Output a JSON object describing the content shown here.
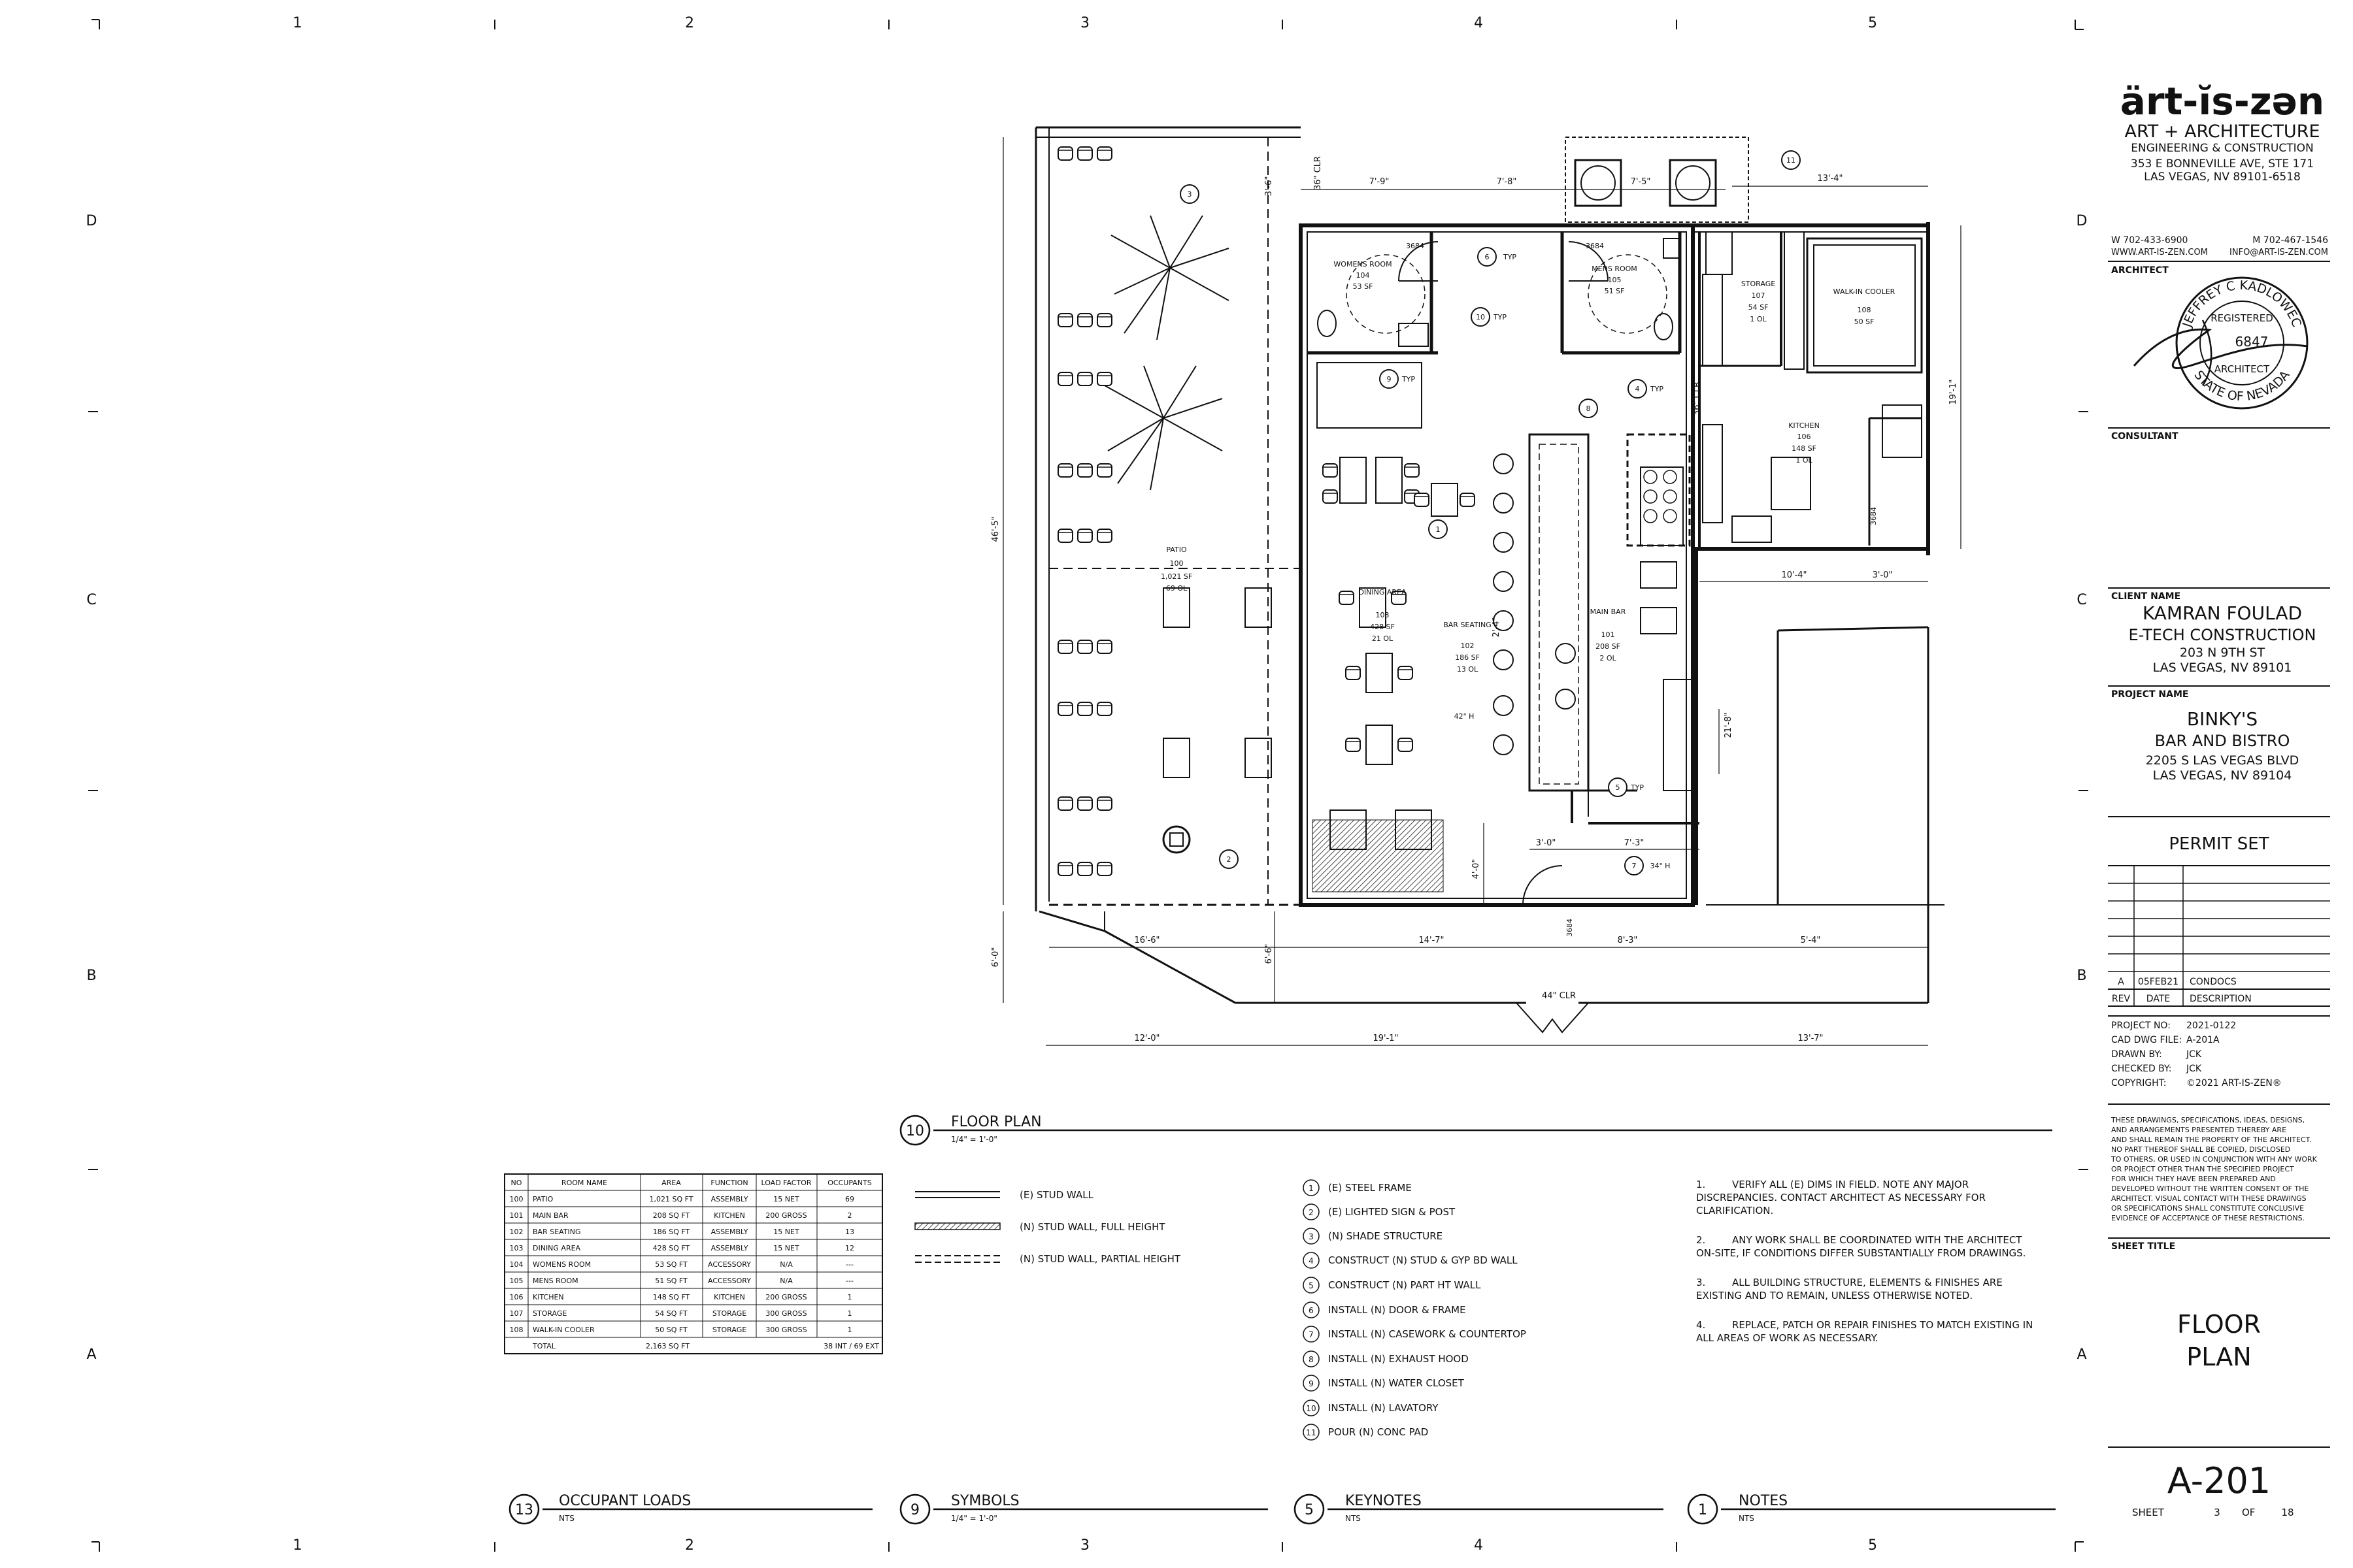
{
  "grid": {
    "columns": [
      "1",
      "2",
      "3",
      "4",
      "5"
    ],
    "rows": [
      "D",
      "C",
      "B",
      "A"
    ]
  },
  "firm": {
    "logo": "ärt-ĭs-zən",
    "tagline1": "ART + ARCHITECTURE",
    "tagline2": "ENGINEERING & CONSTRUCTION",
    "address1": "353 E BONNEVILLE AVE, STE 171",
    "address2": "LAS VEGAS, NV 89101-6518",
    "phone_w": "W 702-433-6900",
    "phone_m": "M 702-467-1546",
    "web": "WWW.ART-IS-ZEN.COM",
    "email": "INFO@ART-IS-ZEN.COM"
  },
  "architect": {
    "heading": "ARCHITECT",
    "stamp_name": "JEFFREY C KADLOWEC",
    "stamp_registered": "REGISTERED",
    "stamp_number": "6847",
    "stamp_role": "ARCHITECT",
    "stamp_state": "STATE OF NEVADA"
  },
  "consultant": {
    "heading": "CONSULTANT"
  },
  "client": {
    "heading": "CLIENT NAME",
    "name": "KAMRAN FOULAD",
    "company": "E-TECH CONSTRUCTION",
    "address1": "203 N 9TH ST",
    "address2": "LAS VEGAS, NV 89101"
  },
  "project": {
    "heading": "PROJECT NAME",
    "name": "BINKY'S",
    "subtitle": "BAR AND BISTRO",
    "address1": "2205 S LAS VEGAS BLVD",
    "address2": "LAS VEGAS, NV 89104"
  },
  "permit": "PERMIT SET",
  "revisions": {
    "rev": "A",
    "date": "05FEB21",
    "description": "CONDOCS",
    "h_rev": "REV",
    "h_date": "DATE",
    "h_desc": "DESCRIPTION"
  },
  "project_info": [
    {
      "label": "PROJECT NO:",
      "value": "2021-0122"
    },
    {
      "label": "CAD DWG FILE:",
      "value": "A-201A"
    },
    {
      "label": "DRAWN BY:",
      "value": "JCK"
    },
    {
      "label": "CHECKED BY:",
      "value": "JCK"
    },
    {
      "label": "COPYRIGHT:",
      "value": "©2021 ART-IS-ZEN®"
    }
  ],
  "disclaimer": [
    "THESE DRAWINGS, SPECIFICATIONS, IDEAS, DESIGNS,",
    "AND ARRANGEMENTS PRESENTED THEREBY ARE",
    "AND SHALL REMAIN THE PROPERTY OF THE ARCHITECT.",
    "NO PART THEREOF SHALL BE COPIED, DISCLOSED",
    "TO OTHERS, OR USED IN CONJUNCTION WITH ANY WORK",
    "OR PROJECT OTHER THAN THE SPECIFIED PROJECT",
    "FOR WHICH THEY HAVE BEEN PREPARED AND",
    "DEVELOPED WITHOUT THE WRITTEN CONSENT OF THE",
    "ARCHITECT. VISUAL CONTACT WITH THESE DRAWINGS",
    "OR SPECIFICATIONS SHALL CONSTITUTE CONCLUSIVE",
    "EVIDENCE OF ACCEPTANCE OF THESE RESTRICTIONS."
  ],
  "sheet_title": {
    "heading": "SHEET TITLE",
    "line1": "FLOOR",
    "line2": "PLAN"
  },
  "sheet_number": "A-201",
  "sheet_count": {
    "label": "SHEET",
    "num": "3",
    "of": "OF",
    "total": "18"
  },
  "floor_plan": {
    "num": "10",
    "title": "FLOOR PLAN",
    "scale": "1/4\" = 1'-0\"",
    "rooms": [
      {
        "name": "WOMENS ROOM",
        "num": "104",
        "area": "53 SF"
      },
      {
        "name": "MENS ROOM",
        "num": "105",
        "area": "51 SF"
      },
      {
        "name": "STORAGE",
        "num": "107",
        "area": "54 SF",
        "ol": "1 OL"
      },
      {
        "name": "WALK-IN COOLER",
        "num": "108",
        "area": "50 SF"
      },
      {
        "name": "KITCHEN",
        "num": "106",
        "area": "148 SF",
        "ol": "1 OL"
      },
      {
        "name": "PATIO",
        "num": "100",
        "area": "1,021 SF",
        "ol": "69 OL"
      },
      {
        "name": "DINING AREA",
        "num": "103",
        "area": "428 SF",
        "ol": "21 OL"
      },
      {
        "name": "BAR SEATING",
        "num": "102",
        "area": "186 SF",
        "ol": "13 OL"
      },
      {
        "name": "MAIN BAR",
        "num": "101",
        "area": "208 SF",
        "ol": "2 OL"
      }
    ],
    "dims": {
      "d1": "7'-9\"",
      "d2": "7'-8\"",
      "d3": "7'-5\"",
      "d4": "13'-4\"",
      "d5": "3'-6\"",
      "clr36a": "36\" CLR",
      "clr36b": "36\" CLR",
      "d46": "46'-5\"",
      "d19": "19'-1\"",
      "d10": "10'-4\"",
      "d3b": "3'-0\"",
      "d21": "21'-8\"",
      "d24": "2'-4\"",
      "d30": "3'-0\"",
      "d73": "7'-3\"",
      "d40": "4'-0\"",
      "d165": "16'-6\"",
      "d66": "6'-6\"",
      "d147": "14'-7\"",
      "d83": "8'-3\"",
      "d54": "5'-4\"",
      "d60": "6'-0\"",
      "clr44": "44\" CLR",
      "d120": "12'-0\"",
      "d191": "19'-1\"",
      "d137": "13'-7\"",
      "h42": "42\" H",
      "h34": "34\" H",
      "door1": "3684",
      "door2": "3684",
      "door3": "3684",
      "door4": "3684",
      "typ": "TYP"
    }
  },
  "occupant": {
    "num": "13",
    "title": "OCCUPANT LOADS",
    "scale": "NTS",
    "headers": [
      "NO",
      "ROOM NAME",
      "AREA",
      "FUNCTION",
      "LOAD FACTOR",
      "OCCUPANTS"
    ],
    "rows": [
      [
        "100",
        "PATIO",
        "1,021 SQ FT",
        "ASSEMBLY",
        "15 NET",
        "69"
      ],
      [
        "101",
        "MAIN BAR",
        "208 SQ FT",
        "KITCHEN",
        "200 GROSS",
        "2"
      ],
      [
        "102",
        "BAR SEATING",
        "186 SQ FT",
        "ASSEMBLY",
        "15 NET",
        "13"
      ],
      [
        "103",
        "DINING AREA",
        "428 SQ FT",
        "ASSEMBLY",
        "15 NET",
        "12"
      ],
      [
        "104",
        "WOMENS ROOM",
        "53 SQ FT",
        "ACCESSORY",
        "N/A",
        "---"
      ],
      [
        "105",
        "MENS ROOM",
        "51 SQ FT",
        "ACCESSORY",
        "N/A",
        "---"
      ],
      [
        "106",
        "KITCHEN",
        "148 SQ FT",
        "KITCHEN",
        "200 GROSS",
        "1"
      ],
      [
        "107",
        "STORAGE",
        "54 SQ FT",
        "STORAGE",
        "300 GROSS",
        "1"
      ],
      [
        "108",
        "WALK-IN COOLER",
        "50 SQ FT",
        "STORAGE",
        "300 GROSS",
        "1"
      ]
    ],
    "total": [
      "",
      "TOTAL",
      "2,163 SQ FT",
      "",
      "",
      "38 INT / 69 EXT"
    ]
  },
  "symbols": {
    "num": "9",
    "title": "SYMBOLS",
    "scale": "1/4\" = 1'-0\"",
    "items": [
      "(E) STUD WALL",
      "(N) STUD WALL, FULL HEIGHT",
      "(N) STUD WALL, PARTIAL HEIGHT"
    ]
  },
  "keynotes": {
    "num": "5",
    "title": "KEYNOTES",
    "scale": "NTS",
    "items": [
      {
        "n": "1",
        "t": "(E) STEEL FRAME"
      },
      {
        "n": "2",
        "t": "(E) LIGHTED SIGN & POST"
      },
      {
        "n": "3",
        "t": "(N) SHADE STRUCTURE"
      },
      {
        "n": "4",
        "t": "CONSTRUCT (N) STUD & GYP BD WALL"
      },
      {
        "n": "5",
        "t": "CONSTRUCT (N) PART HT WALL"
      },
      {
        "n": "6",
        "t": "INSTALL (N) DOOR & FRAME"
      },
      {
        "n": "7",
        "t": "INSTALL (N) CASEWORK & COUNTERTOP"
      },
      {
        "n": "8",
        "t": "INSTALL (N) EXHAUST HOOD"
      },
      {
        "n": "9",
        "t": "INSTALL (N) WATER CLOSET"
      },
      {
        "n": "10",
        "t": "INSTALL (N) LAVATORY"
      },
      {
        "n": "11",
        "t": "POUR (N) CONC PAD"
      }
    ]
  },
  "notes": {
    "num": "1",
    "title": "NOTES",
    "scale": "NTS",
    "items": [
      [
        "1.",
        "VERIFY ALL (E) DIMS IN FIELD.  NOTE ANY MAJOR",
        "DISCREPANCIES. CONTACT ARCHITECT AS NECESSARY FOR",
        "CLARIFICATION."
      ],
      [
        "2.",
        "ANY WORK SHALL BE COORDINATED WITH THE ARCHITECT",
        "ON-SITE, IF CONDITIONS DIFFER SUBSTANTIALLY FROM DRAWINGS.",
        ""
      ],
      [
        "3.",
        "ALL BUILDING STRUCTURE, ELEMENTS & FINISHES ARE",
        "EXISTING AND TO REMAIN, UNLESS OTHERWISE NOTED.",
        ""
      ],
      [
        "4.",
        "REPLACE, PATCH OR REPAIR FINISHES TO MATCH EXISTING IN",
        "ALL AREAS OF WORK AS NECESSARY.",
        ""
      ]
    ]
  }
}
